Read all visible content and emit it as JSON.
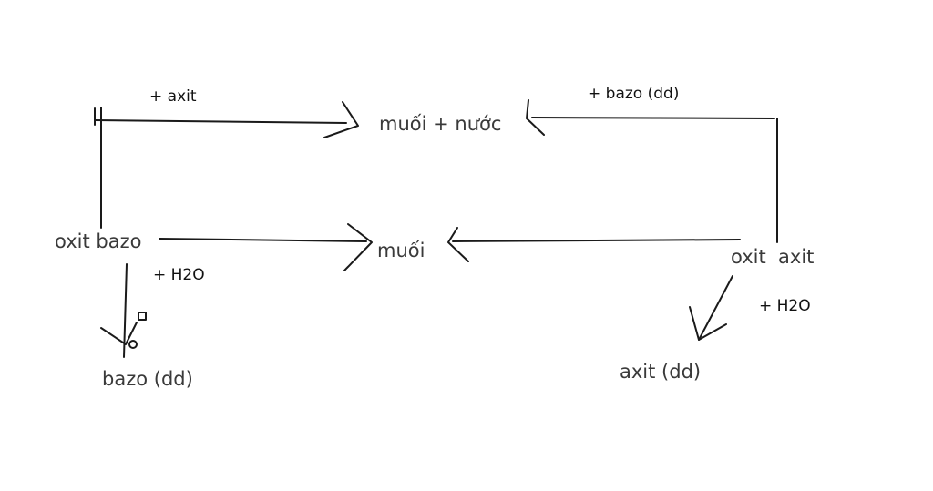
{
  "nodes": {
    "muoi_nuoc": "muối + nước",
    "muoi": "muối",
    "oxit_bazo": "oxit bazo",
    "oxit_axit": "oxit  axit",
    "bazo_dd": "bazo (dd)",
    "axit_dd": "axit (dd)"
  },
  "labels": {
    "plus_axit": "+ axit",
    "plus_bazo_dd": "+ bazo (dd)",
    "plus_h2o_left": "+ H2O",
    "plus_h2o_right": "+ H2O"
  },
  "colors": {
    "line": "#1a1a1a",
    "node_text": "#3a3a3a",
    "label_text": "#111111",
    "background": "#ffffff"
  }
}
